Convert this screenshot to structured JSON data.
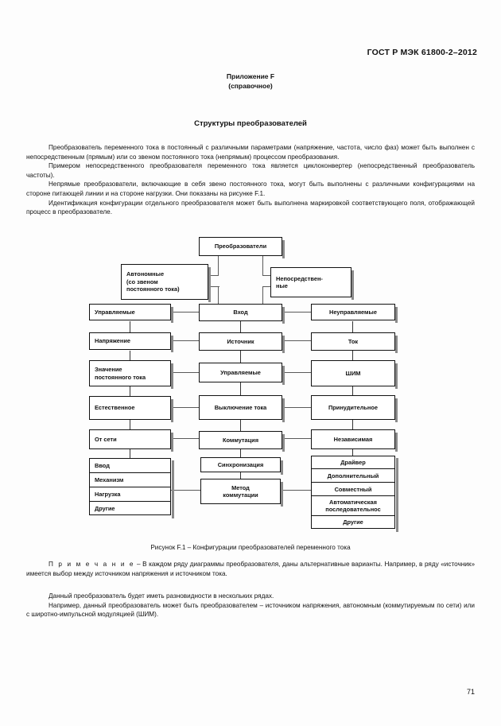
{
  "document": {
    "standard_header": "ГОСТ Р МЭК 61800-2–2012",
    "annex_title": "Приложение F",
    "annex_subtitle": "(справочное)",
    "section_title": "Структуры преобразователей",
    "page_number": "71"
  },
  "intro": {
    "p1": "Преобразователь переменного тока в постоянный с различными параметрами (напряжение, частота, число фаз) может быть выполнен с непосредственным (прямым) или со звеном постоянного тока (непрямым) процессом преобразования.",
    "p2": "Примером непосредственного преобразователя переменного тока является циклоконвертер (непосредственный преобразователь частоты).",
    "p3": "Непрямые преобразователи, включающие в себя звено постоянного тока, могут быть выполнены с различными конфигурациями на стороне питающей линии и на стороне нагрузки. Они показаны на рисунке F.1.",
    "p4": "Идентификация конфигурации отдельного преобразователя может быть выполнена маркировкой соответствующего поля, отображающей процесс в преобразователе."
  },
  "figure": {
    "caption": "Рисунок F.1 – Конфигурации преобразователей переменного тока",
    "boxes": {
      "root": "Преобразователи",
      "autonomous": "Автономные\n(со звеном\nпостоянного тока)",
      "direct": "Непосредствен-\nные",
      "input": "Вход",
      "source": "Источник",
      "controlled_center": "Управляемые",
      "current_off": "Выключение тока",
      "commutation": "Коммутация",
      "synchronization": "Синхронизация",
      "commutation_method": "Метод\nкоммутации",
      "left": [
        "Управляемые",
        "Напряжение",
        "Значение\nпостоянного тока",
        "Естественное",
        "От сети"
      ],
      "right": [
        "Неуправляемые",
        "Ток",
        "ШИМ",
        "Принудительное",
        "Независимая"
      ],
      "left_stack": [
        "Ввод",
        "Механизм",
        "Нагрузка",
        "Другие"
      ],
      "right_stack": [
        "Драйвер",
        "Дополнительный",
        "Совместный",
        "Автоматическая\nпоследовательнос",
        "Другие"
      ]
    }
  },
  "note": {
    "label": "П р и м е ч а н и е",
    "body": " – В каждом ряду диаграммы преобразователя, даны альтернативные варианты. Например, в ряду «источник» имеется выбор между источником напряжения и источником тока."
  },
  "outro": {
    "p1": "Данный преобразователь будет иметь разновидности в нескольких рядах.",
    "p2": "Например, данный преобразователь может быть преобразователем – источником напряжения, автономным (коммутируемым по сети) или с широтно-импульсной модуляцией (ШИМ)."
  },
  "colors": {
    "text": "#111111",
    "line": "#5a5a5a",
    "box_border": "#111111",
    "shadow": "#8a8a8a",
    "page_bg": "#fdfdfd"
  }
}
